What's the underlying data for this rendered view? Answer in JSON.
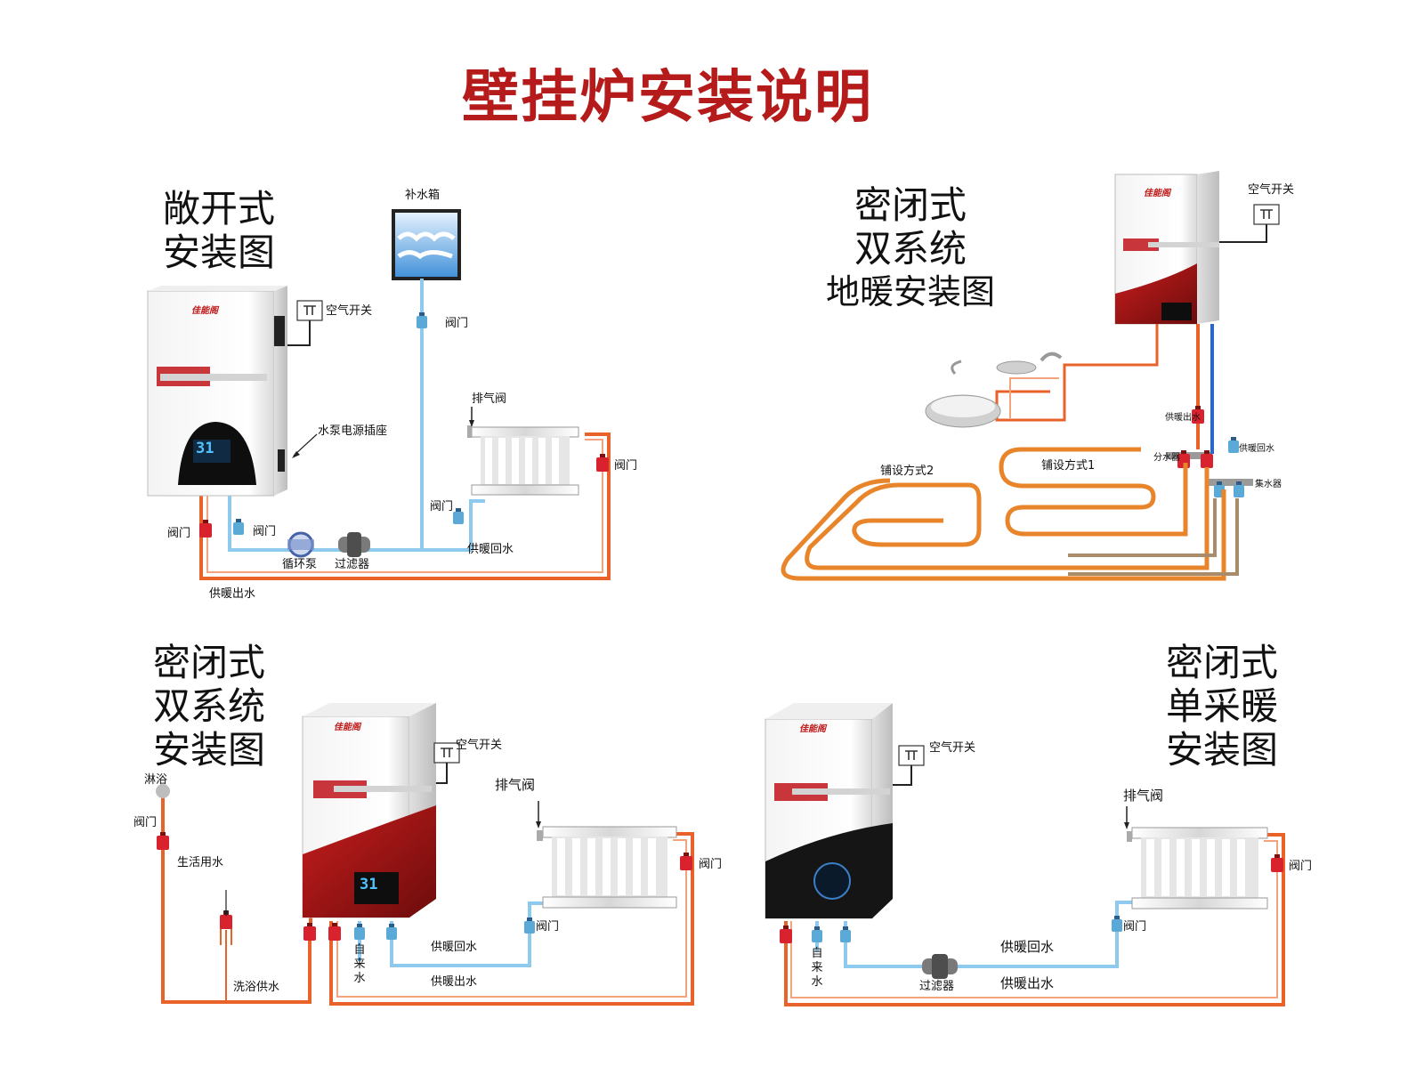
{
  "title": "壁挂炉安装说明",
  "brand": "佳能阁",
  "display_value": "31",
  "panels": {
    "open": {
      "title_lines": [
        "敞开式",
        "安装图"
      ],
      "labels": {
        "makeup_tank": "补水箱",
        "valve_top": "阀门",
        "air_switch": "空气开关",
        "pump_socket": "水泵电源插座",
        "vent_valve": "排气阀",
        "valve_right": "阀门",
        "valve_mid": "阀门",
        "valve_left": "阀门",
        "valve_blue": "阀门",
        "pump": "循环泵",
        "filter": "过滤器",
        "return_water": "供暖回水",
        "supply_water": "供暖出水"
      }
    },
    "floor": {
      "title_lines": [
        "密闭式",
        "双系统",
        "地暖安装图"
      ],
      "labels": {
        "air_switch": "空气开关",
        "supply_out": "供暖出水",
        "distributor": "分水器",
        "return_in": "供暖回水",
        "collector": "集水器",
        "layout2": "铺设方式2",
        "layout1": "铺设方式1"
      }
    },
    "dual": {
      "title_lines": [
        "密闭式",
        "双系统",
        "安装图"
      ],
      "labels": {
        "shower": "淋浴",
        "valve_shower": "阀门",
        "domestic": "生活用水",
        "bath_supply": "洗浴供水",
        "air_switch": "空气开关",
        "vent_valve": "排气阀",
        "valve_right": "阀门",
        "valve_lower": "阀门",
        "tap_water": "自来水",
        "return_water": "供暖回水",
        "supply_water": "供暖出水"
      }
    },
    "single": {
      "title_lines": [
        "密闭式",
        "单采暖",
        "安装图"
      ],
      "labels": {
        "air_switch": "空气开关",
        "vent_valve": "排气阀",
        "valve_right": "阀门",
        "valve_lower": "阀门",
        "tap_water": "自来水",
        "filter": "过滤器",
        "return_water": "供暖回水",
        "supply_water": "供暖出水"
      }
    }
  },
  "colors": {
    "title": "#b51b1b",
    "supply_pipe": "#e8622a",
    "return_pipe": "#8ec9ee",
    "return_dark": "#2a67c9",
    "floor_pipe": "#e8852a",
    "floor_return": "#a98d6a",
    "valve_red": "#d8232f",
    "valve_blue": "#5aa9d6"
  }
}
